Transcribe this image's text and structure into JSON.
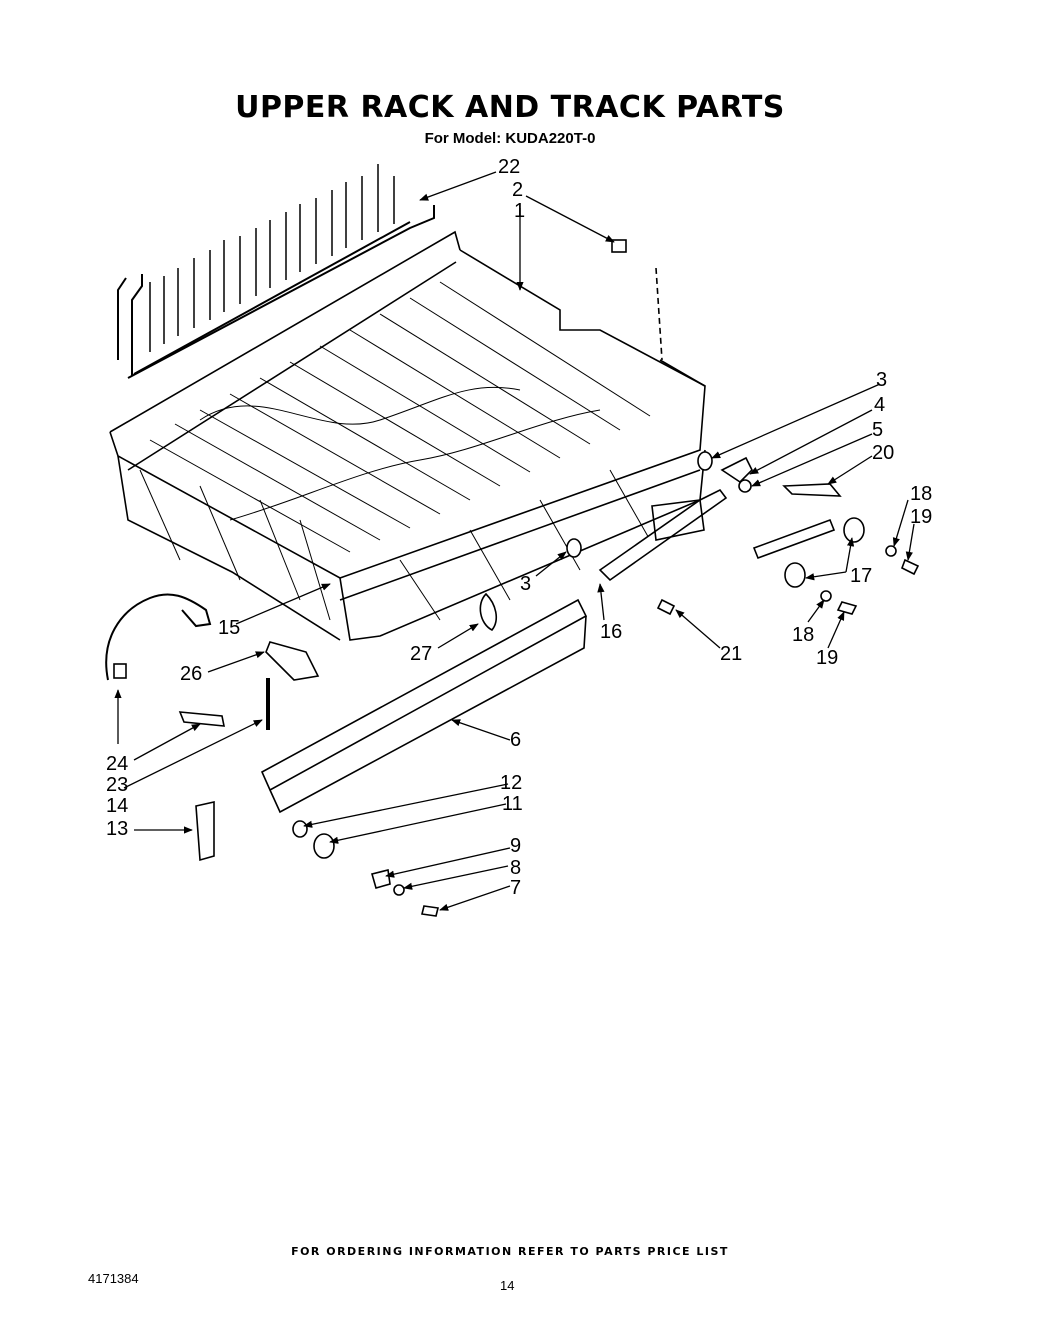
{
  "header": {
    "title": "UPPER RACK AND TRACK PARTS",
    "model": "For Model: KUDA220T-0"
  },
  "footer": {
    "ordering_note": "FOR ORDERING INFORMATION REFER TO PARTS PRICE LIST",
    "document_number": "4171384",
    "page_number": "14"
  },
  "callouts": {
    "c22": "22",
    "c2": "2",
    "c1": "1",
    "c3a": "3",
    "c4": "4",
    "c5": "5",
    "c20": "20",
    "c18a": "18",
    "c19a": "19",
    "c17": "17",
    "c18b": "18",
    "c19b": "19",
    "c3b": "3",
    "c16": "16",
    "c21": "21",
    "c15": "15",
    "c27": "27",
    "c26": "26",
    "c6": "6",
    "c24": "24",
    "c23": "23",
    "c14": "14",
    "c13": "13",
    "c12": "12",
    "c11": "11",
    "c9": "9",
    "c8": "8",
    "c7": "7"
  }
}
